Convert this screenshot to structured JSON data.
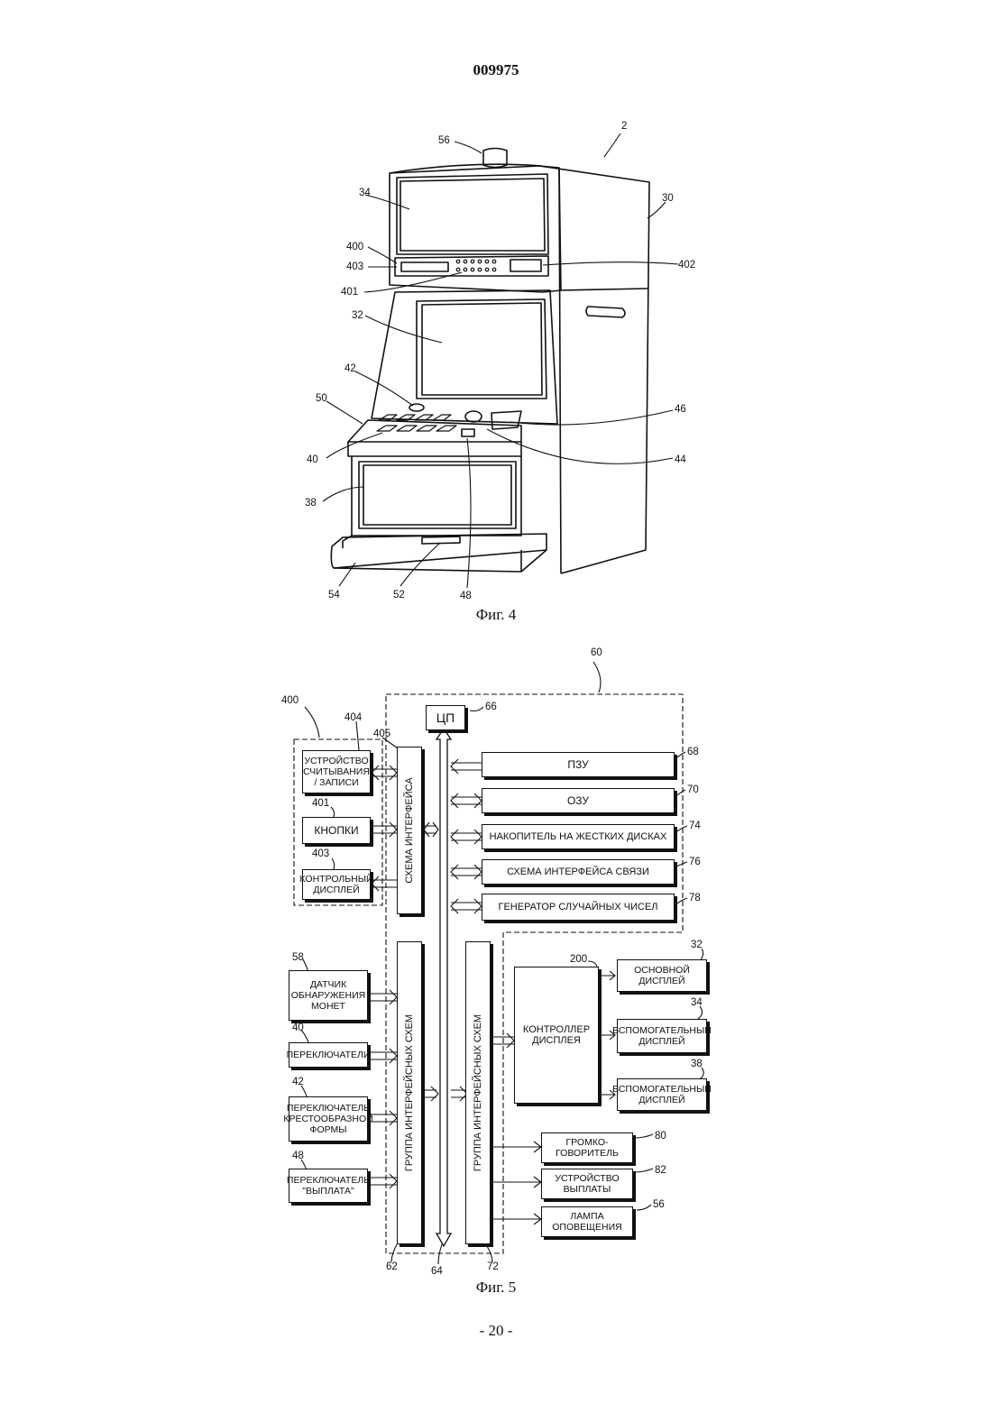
{
  "header": {
    "doc_number": "009975"
  },
  "fig4": {
    "caption": "Фиг. 4",
    "refs": [
      {
        "id": "r2",
        "text": "2"
      },
      {
        "id": "r56",
        "text": "56"
      },
      {
        "id": "r30",
        "text": "30"
      },
      {
        "id": "r34",
        "text": "34"
      },
      {
        "id": "r400",
        "text": "400"
      },
      {
        "id": "r403",
        "text": "403"
      },
      {
        "id": "r402",
        "text": "402"
      },
      {
        "id": "r401",
        "text": "401"
      },
      {
        "id": "r32",
        "text": "32"
      },
      {
        "id": "r42",
        "text": "42"
      },
      {
        "id": "r50",
        "text": "50"
      },
      {
        "id": "r46",
        "text": "46"
      },
      {
        "id": "r40",
        "text": "40"
      },
      {
        "id": "r44",
        "text": "44"
      },
      {
        "id": "r38",
        "text": "38"
      },
      {
        "id": "r54",
        "text": "54"
      },
      {
        "id": "r52",
        "text": "52"
      },
      {
        "id": "r48",
        "text": "48"
      }
    ]
  },
  "fig5": {
    "caption": "Фиг. 5",
    "blocks": {
      "cpu": "ЦП",
      "reader": "УСТРОЙСТВО СЧИТЫВАНИЯ / ЗАПИСИ",
      "buttons": "КНОПКИ",
      "control_display": "КОНТРОЛЬНЫЙ ДИСПЛЕЙ",
      "interface": "СХЕМА ИНТЕРФЕЙСА",
      "rom": "ПЗУ",
      "ram": "ОЗУ",
      "hdd": "НАКОПИТЕЛЬ НА ЖЕСТКИХ ДИСКАХ",
      "comm": "СХЕМА ИНТЕРФЕЙСА СВЯЗИ",
      "rng": "ГЕНЕРАТОР СЛУЧАЙНЫХ ЧИСЕЛ",
      "coin": "ДАТЧИК ОБНАРУЖЕНИЯ МОНЕТ",
      "switches": "ПЕРЕКЛЮЧАТЕЛИ",
      "cross": "ПЕРЕКЛЮЧАТЕЛЬ КРЕСТООБРАЗНОЙ ФОРМЫ",
      "payout_sw": "ПЕРЕКЛЮЧАТЕЛЬ \"ВЫПЛАТА\"",
      "group_left": "ГРУППА ИНТЕРФЕЙСНЫХ СХЕМ",
      "group_right": "ГРУППА ИНТЕРФЕЙСНЫХ СХЕМ",
      "display_ctrl": "КОНТРОЛЛЕР ДИСПЛЕЯ",
      "main_display": "ОСНОВНОЙ ДИСПЛЕЙ",
      "aux_display_1": "ВСПОМОГАТЕЛЬНЫЙ ДИСПЛЕЙ",
      "aux_display_2": "ВСПОМОГАТЕЛЬНЫЙ ДИСПЛЕЙ",
      "speaker": "ГРОМКО- ГОВОРИТЕЛЬ",
      "payout_dev": "УСТРОЙСТВО ВЫПЛАТЫ",
      "lamp": "ЛАМПА ОПОВЕЩЕНИЯ"
    },
    "refs": {
      "r60": "60",
      "r400": "400",
      "r404": "404",
      "r405": "405",
      "r66": "66",
      "r68": "68",
      "r70": "70",
      "r74": "74",
      "r76": "76",
      "r78": "78",
      "r401": "401",
      "r403": "403",
      "r58": "58",
      "r40": "40",
      "r42": "42",
      "r48": "48",
      "r200": "200",
      "r32": "32",
      "r34": "34",
      "r38": "38",
      "r80": "80",
      "r82": "82",
      "r56": "56",
      "r62": "62",
      "r64": "64",
      "r72": "72"
    }
  },
  "footer": {
    "page_number": "- 20 -"
  }
}
